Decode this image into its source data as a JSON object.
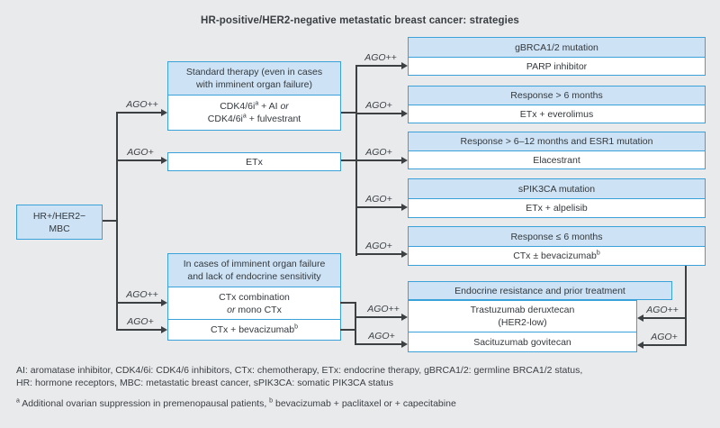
{
  "title": "HR-positive/HER2-negative metastatic breast cancer: strategies",
  "labels": {
    "ago_plus_plus": "AGO++",
    "ago_plus": "AGO+"
  },
  "root_box": {
    "line1": "HR+/HER2−",
    "line2": "MBC"
  },
  "standard_therapy_box": {
    "header_line1": "Standard therapy (even in cases",
    "header_line2": "with imminent organ failure)",
    "option1_drug": "CDK4/6i",
    "option1_sup": "a",
    "option1_mid": " + AI ",
    "option1_or": "or",
    "option2_drug": "CDK4/6i",
    "option2_sup": "a",
    "option2_rest": " + fulvestrant"
  },
  "etx_box": {
    "label": "ETx"
  },
  "organ_failure_box": {
    "header_line1": "In cases of imminent organ failure",
    "header_line2": "and lack of endocrine sensitivity",
    "row1_line1": "CTx combination",
    "row1_or": "or",
    "row1_line2_rest": " mono CTx",
    "row2_text": "CTx + bevacizumab",
    "row2_sup": "b"
  },
  "right_boxes": [
    {
      "header": "gBRCA1/2 mutation",
      "body": "PARP inhibitor"
    },
    {
      "header": "Response > 6 months",
      "body": "ETx + everolimus"
    },
    {
      "header": "Response > 6–12 months and ESR1 mutation",
      "body": "Elacestrant"
    },
    {
      "header": "sPIK3CA mutation",
      "body": "ETx + alpelisib"
    },
    {
      "header": "Response ≤ 6 months",
      "body": "CTx ± bevacizumab",
      "body_sup": "b"
    }
  ],
  "endocrine_box": {
    "header": "Endocrine resistance and prior treatment",
    "row1_line1": "Trastuzumab deruxtecan",
    "row1_line2": "(HER2-low)",
    "row2": "Sacituzumab govitecan"
  },
  "footnotes": {
    "abbrev_line1": "AI: aromatase inhibitor, CDK4/6i: CDK4/6 inhibitors, CTx: chemotherapy, ETx: endocrine therapy, gBRCA1/2: germline BRCA1/2 status,",
    "abbrev_line2": "HR: hormone receptors, MBC: metastatic breast cancer, sPIK3CA: somatic PIK3CA status",
    "note_sup_a": "a",
    "note_a_text": " Additional ovarian suppression in premenopausal patients, ",
    "note_sup_b": "b",
    "note_b_text": " bevacizumab + paclitaxel or + capecitabine"
  },
  "colors": {
    "background": "#e9eaec",
    "box_border": "#3aa2d9",
    "header_fill": "#cde2f4",
    "body_fill": "#ffffff",
    "line": "#3c4043",
    "text": "#33383d"
  }
}
